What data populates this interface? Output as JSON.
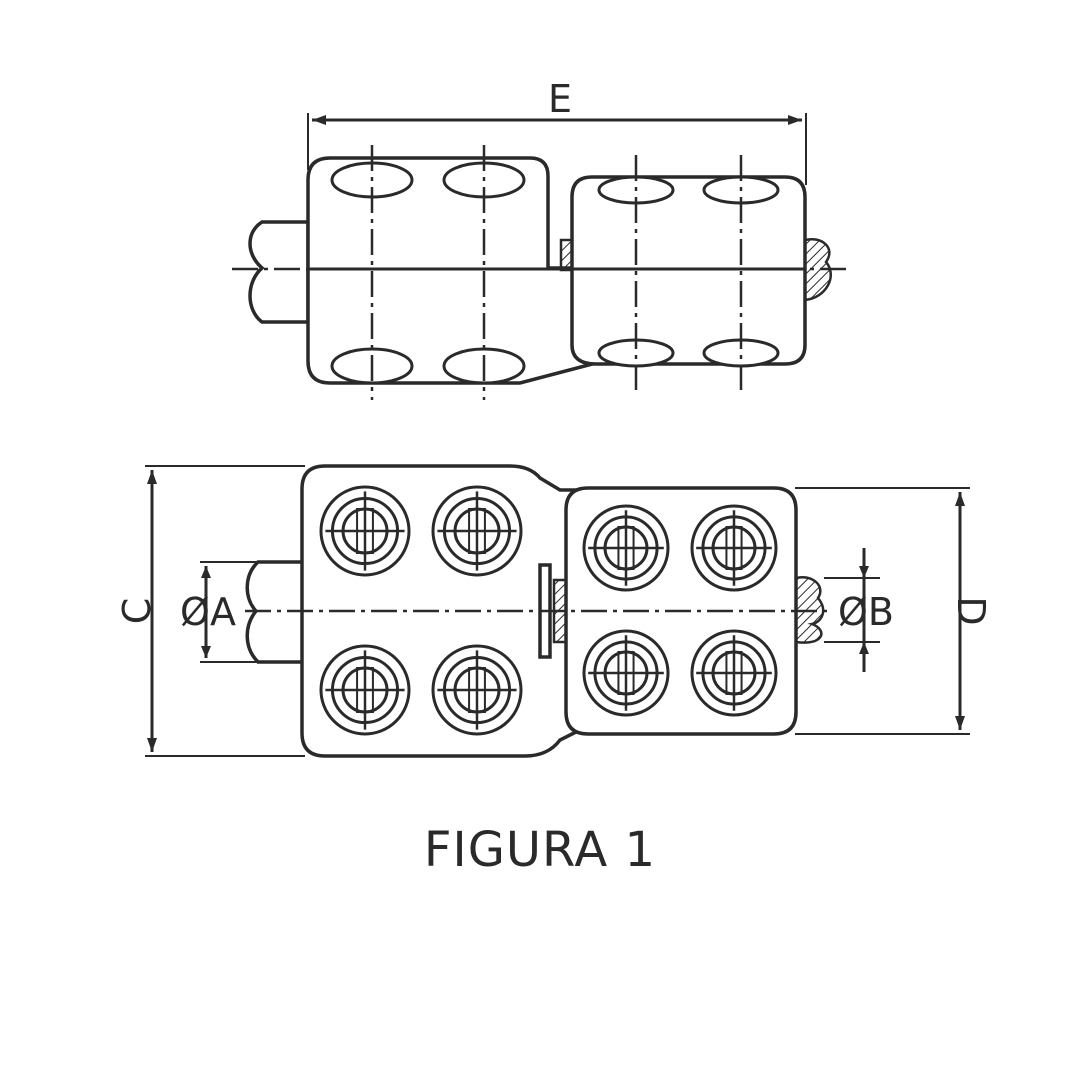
{
  "figure": {
    "caption": "FIGURA 1",
    "dimension_labels": {
      "e": "E",
      "c": "C",
      "d": "D",
      "a": "ØA",
      "b": "ØB"
    }
  }
}
